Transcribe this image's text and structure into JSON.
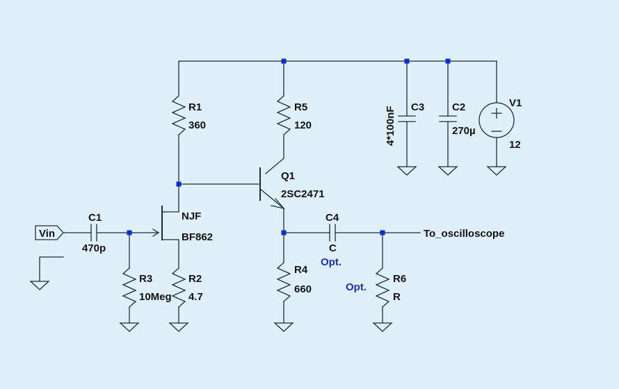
{
  "components": {
    "r1": {
      "ref": "R1",
      "value": "360"
    },
    "r5": {
      "ref": "R5",
      "value": "120"
    },
    "c3": {
      "ref": "C3",
      "value": "4*100nF"
    },
    "c2": {
      "ref": "C2",
      "value": "270µ"
    },
    "v1": {
      "ref": "V1",
      "value": "12"
    },
    "q1": {
      "ref": "Q1",
      "value": "2SC2471"
    },
    "j1": {
      "ref": "NJF",
      "value": "BF862"
    },
    "c1": {
      "ref": "C1",
      "value": "470p"
    },
    "c4": {
      "ref": "C4",
      "value": "C",
      "note": "Opt."
    },
    "r3": {
      "ref": "R3",
      "value": "10Meg"
    },
    "r2": {
      "ref": "R2",
      "value": "4.7"
    },
    "r4": {
      "ref": "R4",
      "value": "660"
    },
    "r6": {
      "ref": "R6",
      "value": "R",
      "note": "Opt."
    }
  },
  "nets": {
    "input": "Vin",
    "output": "To_oscilloscope"
  },
  "colors": {
    "background": "#dff0fa",
    "wire": "#1f2a3a",
    "junction": "#0a2bd8",
    "note": "#1a2fb8"
  }
}
